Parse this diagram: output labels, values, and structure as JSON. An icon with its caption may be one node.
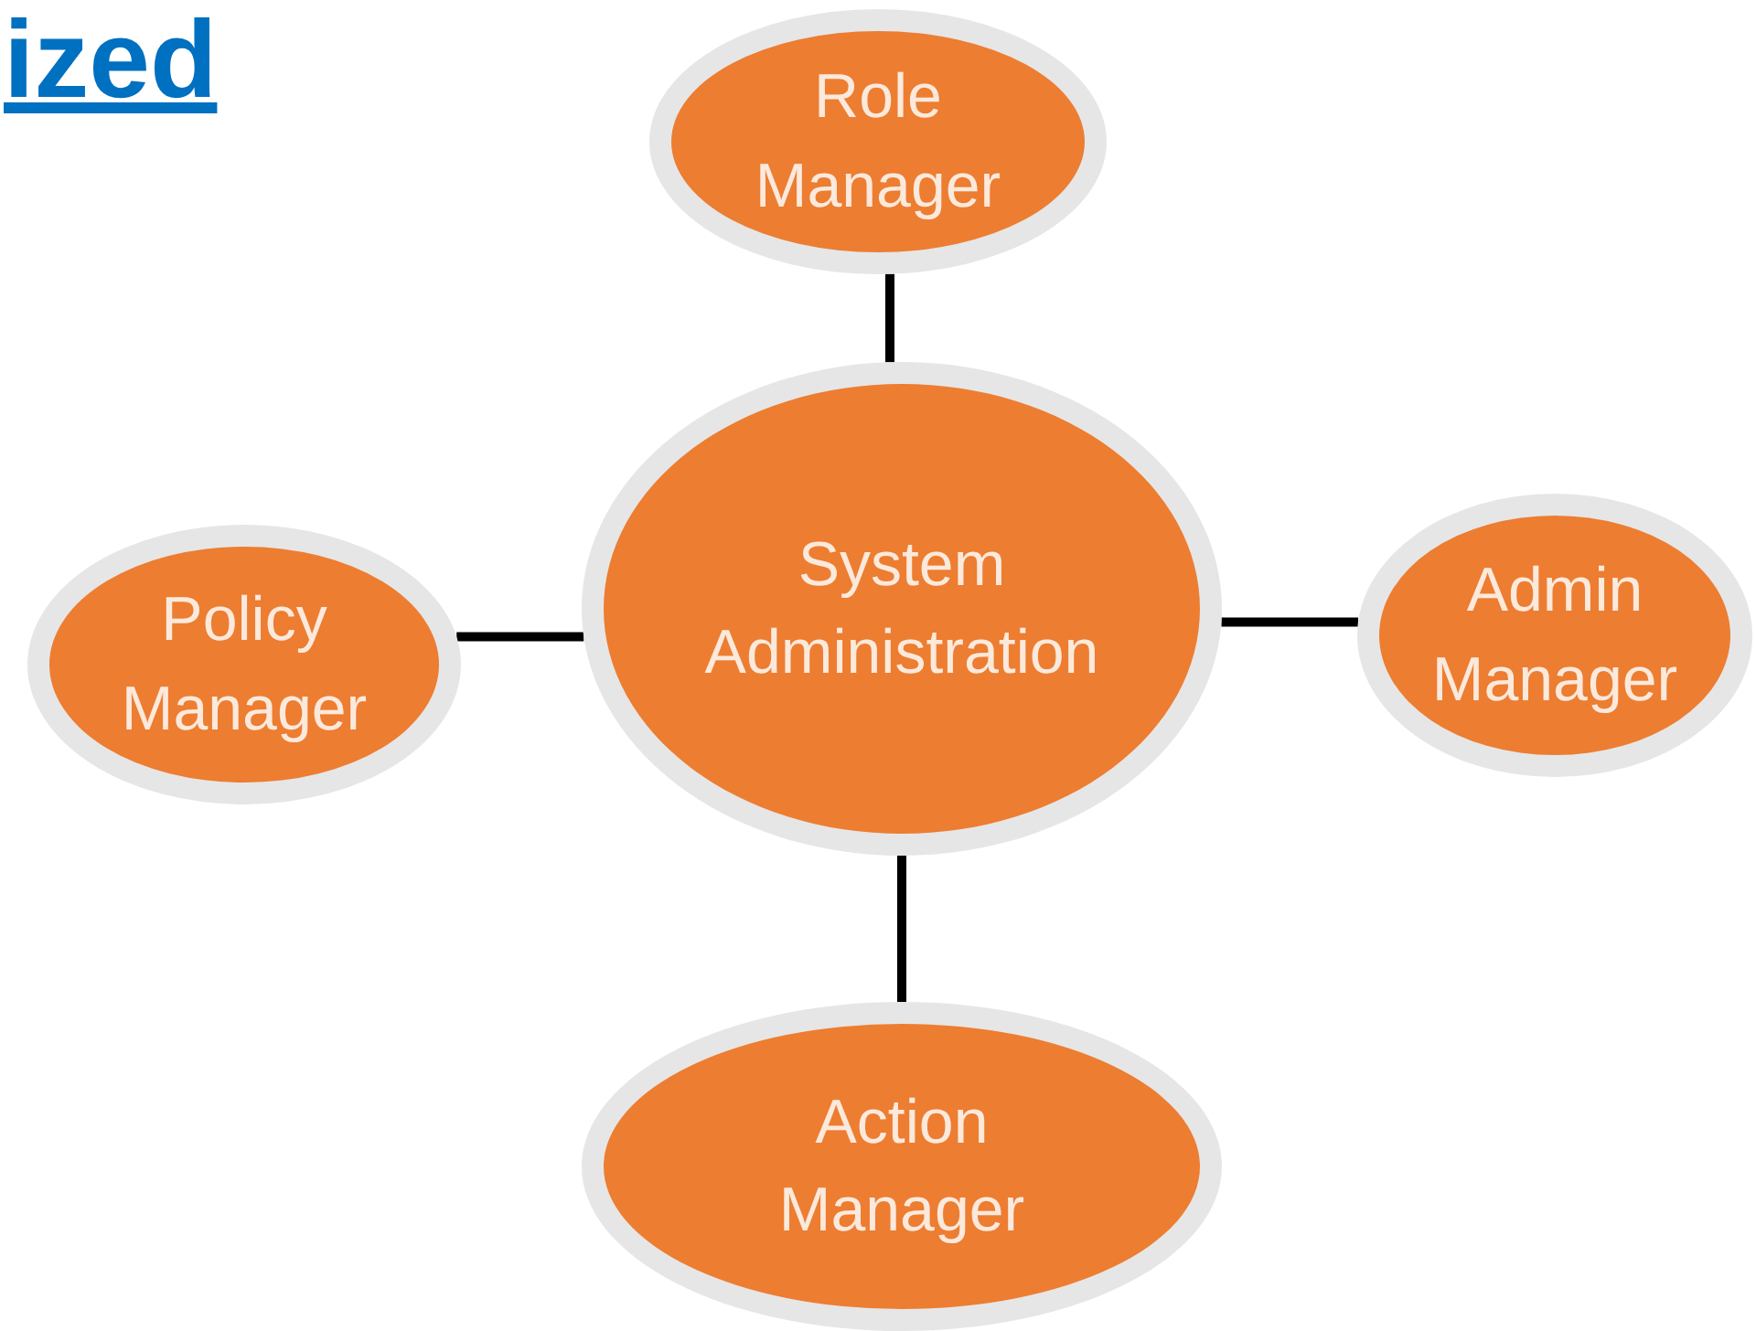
{
  "diagram": {
    "title": "ized",
    "nodes": [
      {
        "text": [
          "System Administration"
        ]
      },
      {
        "text": [
          "Role Manager"
        ]
      },
      {
        "text": [
          "Policy Manager"
        ]
      },
      {
        "text": [
          "Admin Manager"
        ]
      },
      {
        "text": [
          "Action Manager"
        ]
      }
    ],
    "edges": [
      {
        "from": 1,
        "to": 0,
        "arrow": "none"
      },
      {
        "from": 2,
        "to": 0,
        "arrow": "none"
      },
      {
        "from": 0,
        "to": 3,
        "arrow": "none"
      },
      {
        "from": 0,
        "to": 4,
        "arrow": "none"
      }
    ]
  }
}
